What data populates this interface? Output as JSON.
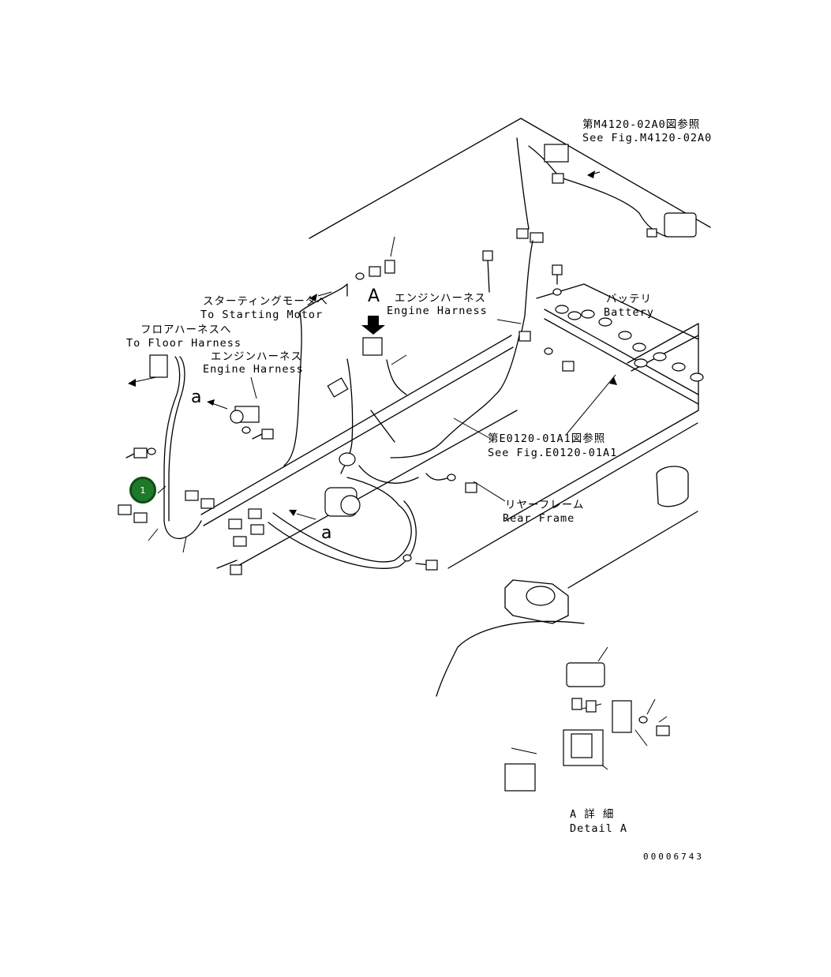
{
  "labels": {
    "see_m4120_jp": "第M4120-02A0図参照",
    "see_m4120_en": "See Fig.M4120-02A0",
    "starting_motor_jp": "スターティングモータへ",
    "starting_motor_en": "To Starting Motor",
    "engine_harness_top_jp": "エンジンハーネス",
    "engine_harness_top_en": "Engine Harness",
    "battery_jp": "バッテリ",
    "battery_en": "Battery",
    "floor_harness_jp": "フロアハーネスへ",
    "floor_harness_en": "To Floor Harness",
    "engine_harness_left_jp": "エンジンハーネス",
    "engine_harness_left_en": "Engine Harness",
    "see_e0120_jp": "第E0120-01A1図参照",
    "see_e0120_en": "See Fig.E0120-01A1",
    "rear_frame_jp": "リヤーフレーム",
    "rear_frame_en": "Rear Frame",
    "view_a": "A",
    "mark_a_upper": "a",
    "mark_a_lower": "a",
    "detail_a_jp": "A 詳 細",
    "detail_a_en": "Detail A",
    "drawing_number": "00006743",
    "callout_1": "1"
  }
}
